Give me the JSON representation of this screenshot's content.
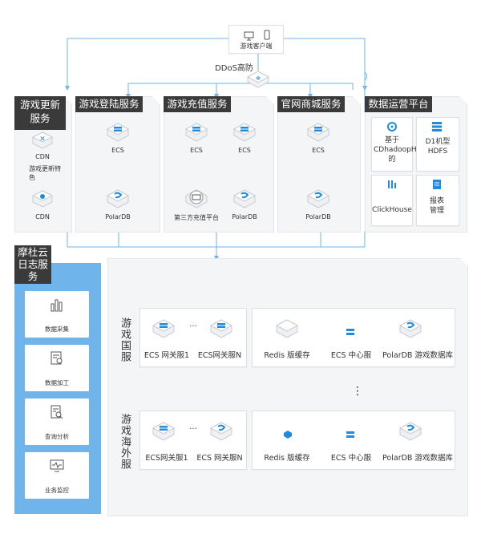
{
  "client": {
    "label": "游戏客户端"
  },
  "ddos": {
    "label": "DDoS高防"
  },
  "panels": {
    "update": {
      "title": "游戏更新服务",
      "cdn_top": "CDN",
      "middle_text": "游戏更新特色",
      "cdn_bottom": "CDN"
    },
    "login": {
      "title": "游戏登陆服务",
      "ecs": "ECS",
      "polardb": "PolarDB"
    },
    "recharge": {
      "title": "游戏充值服务",
      "ecs_left": "ECS",
      "ecs_right": "ECS",
      "third_party": "第三方充值平台",
      "polardb": "PolarDB"
    },
    "mall": {
      "title": "官网商城服务",
      "ecs": "ECS",
      "polardb": "PolarDB"
    },
    "data": {
      "title": "数据运营平台",
      "item1": "基于CDhadoopH的",
      "item2": "D1机型HDFS",
      "item3": "ClickHouse",
      "item4": "报表管理"
    }
  },
  "log_service": {
    "title": "摩杜云日志服务",
    "items": [
      "数据采集",
      "数据加工",
      "查询分析",
      "业务监控"
    ]
  },
  "zones": {
    "domestic": {
      "title": "游戏国服",
      "gw1": "ECS 网关服1",
      "gwN": "ECS网关服N",
      "redis": "Redis 版缓存",
      "center": "ECS 中心服",
      "db": "PolarDB 游戏数据库",
      "ellipsis": "..."
    },
    "overseas": {
      "title": "游戏海外服",
      "gw1": "ECS网关服1",
      "gwN": "ECS 网关服N",
      "redis": "Redis 版缓存",
      "center": "ECS 中心服",
      "db": "PolarDB 游戏数据库",
      "ellipsis": "..."
    },
    "vdots": "⋮"
  },
  "colors": {
    "line": "#6fb5ea",
    "cube_top": "#e6e9ed",
    "accent_blue": "#1e8be0",
    "title_bg": "#3a3a3a",
    "log_bg": "#70b4ec"
  }
}
